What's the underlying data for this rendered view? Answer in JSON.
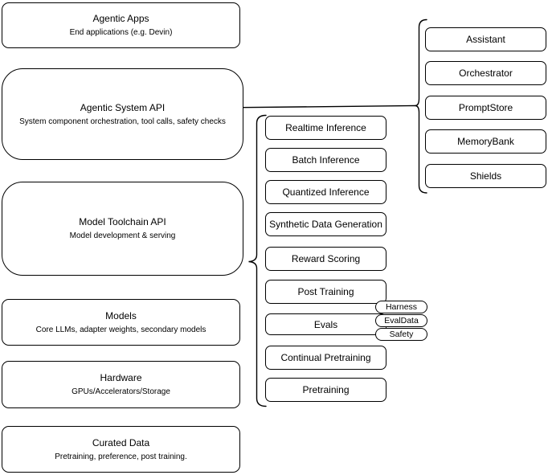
{
  "left_column": {
    "items": [
      {
        "title": "Agentic Apps",
        "subtitle": "End applications (e.g. Devin)"
      },
      {
        "title": "Agentic System API",
        "subtitle": "System component orchestration, tool calls, safety checks"
      },
      {
        "title": "Model Toolchain API",
        "subtitle": "Model development & serving"
      },
      {
        "title": "Models",
        "subtitle": "Core LLMs, adapter weights, secondary models"
      },
      {
        "title": "Hardware",
        "subtitle": "GPUs/Accelerators/Storage"
      },
      {
        "title": "Curated Data",
        "subtitle": "Pretraining, preference, post training."
      }
    ]
  },
  "middle_column": {
    "items": [
      {
        "label": "Realtime Inference"
      },
      {
        "label": "Batch Inference"
      },
      {
        "label": "Quantized Inference"
      },
      {
        "label": "Synthetic Data Generation"
      },
      {
        "label": "Reward Scoring"
      },
      {
        "label": "Post Training"
      },
      {
        "label": "Evals"
      },
      {
        "label": "Continual Pretraining"
      },
      {
        "label": "Pretraining"
      }
    ]
  },
  "evals_tags": {
    "items": [
      {
        "label": "Harness"
      },
      {
        "label": "EvalData"
      },
      {
        "label": "Safety"
      }
    ]
  },
  "right_column": {
    "items": [
      {
        "label": "Assistant"
      },
      {
        "label": "Orchestrator"
      },
      {
        "label": "PromptStore"
      },
      {
        "label": "MemoryBank"
      },
      {
        "label": "Shields"
      }
    ]
  },
  "colors": {
    "stroke": "#000000",
    "fill": "#ffffff",
    "text": "#000000"
  }
}
